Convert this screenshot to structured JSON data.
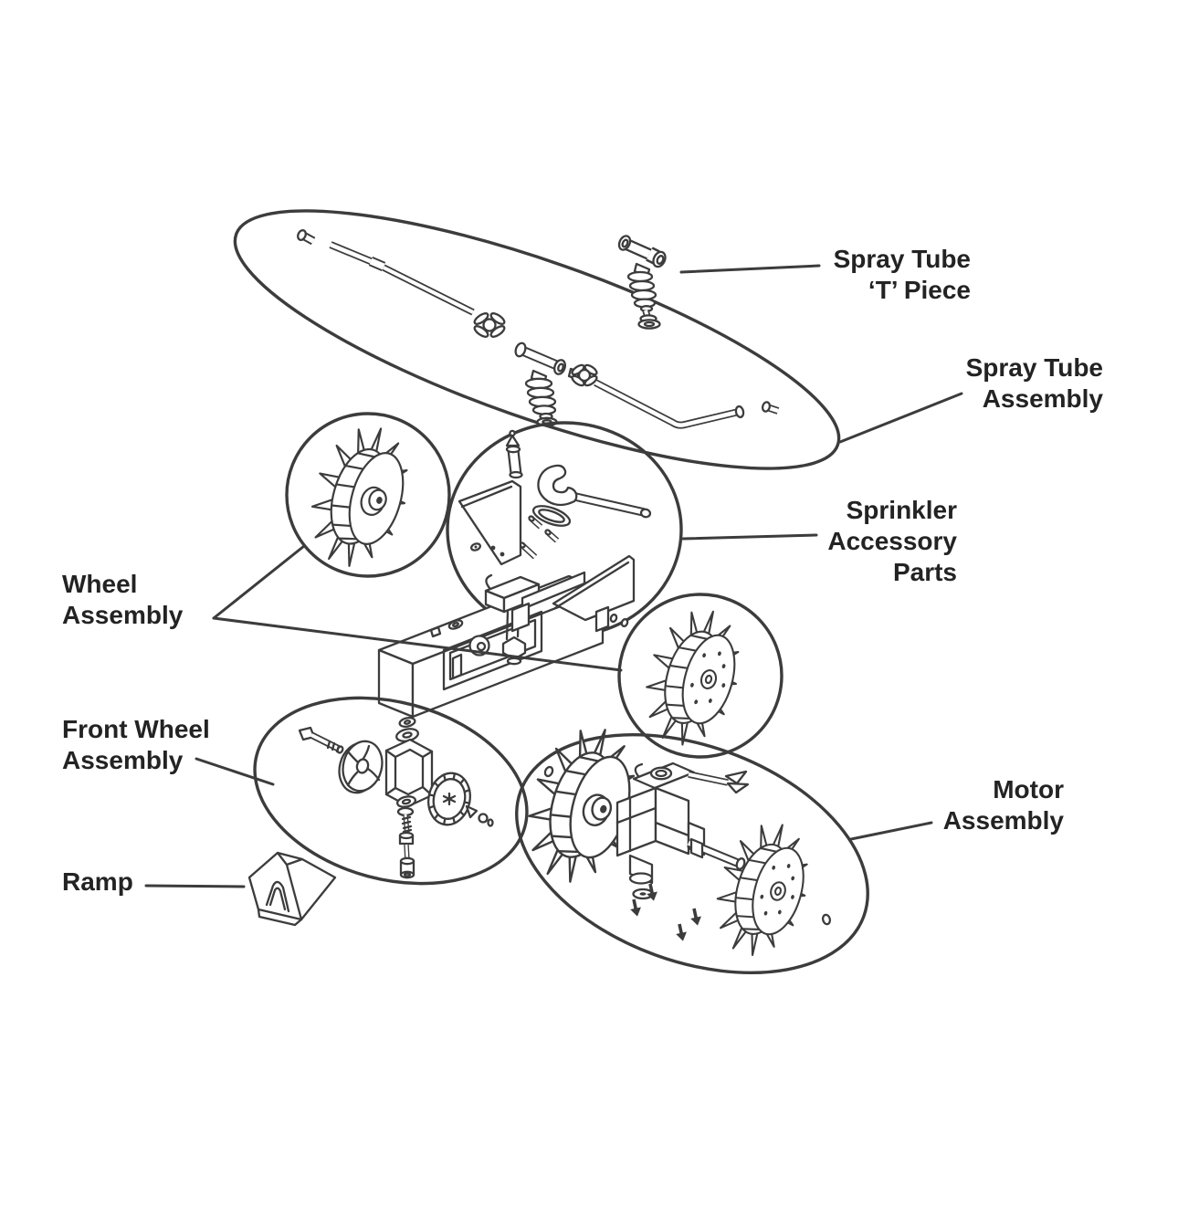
{
  "colors": {
    "background": "#ffffff",
    "line": "#3c3c3c",
    "text": "#232323"
  },
  "labels": {
    "spray_tube_t_piece": {
      "line1": "Spray Tube",
      "line2": "‘T’ Piece"
    },
    "spray_tube_assembly": {
      "line1": "Spray Tube",
      "line2": "Assembly"
    },
    "sprinkler_accessory_parts": {
      "line1": "Sprinkler",
      "line2": "Accessory",
      "line3": "Parts"
    },
    "wheel_assembly": {
      "line1": "Wheel",
      "line2": "Assembly"
    },
    "front_wheel_assembly": {
      "line1": "Front Wheel",
      "line2": "Assembly"
    },
    "motor_assembly": {
      "line1": "Motor",
      "line2": "Assembly"
    },
    "ramp": {
      "line1": "Ramp"
    }
  }
}
